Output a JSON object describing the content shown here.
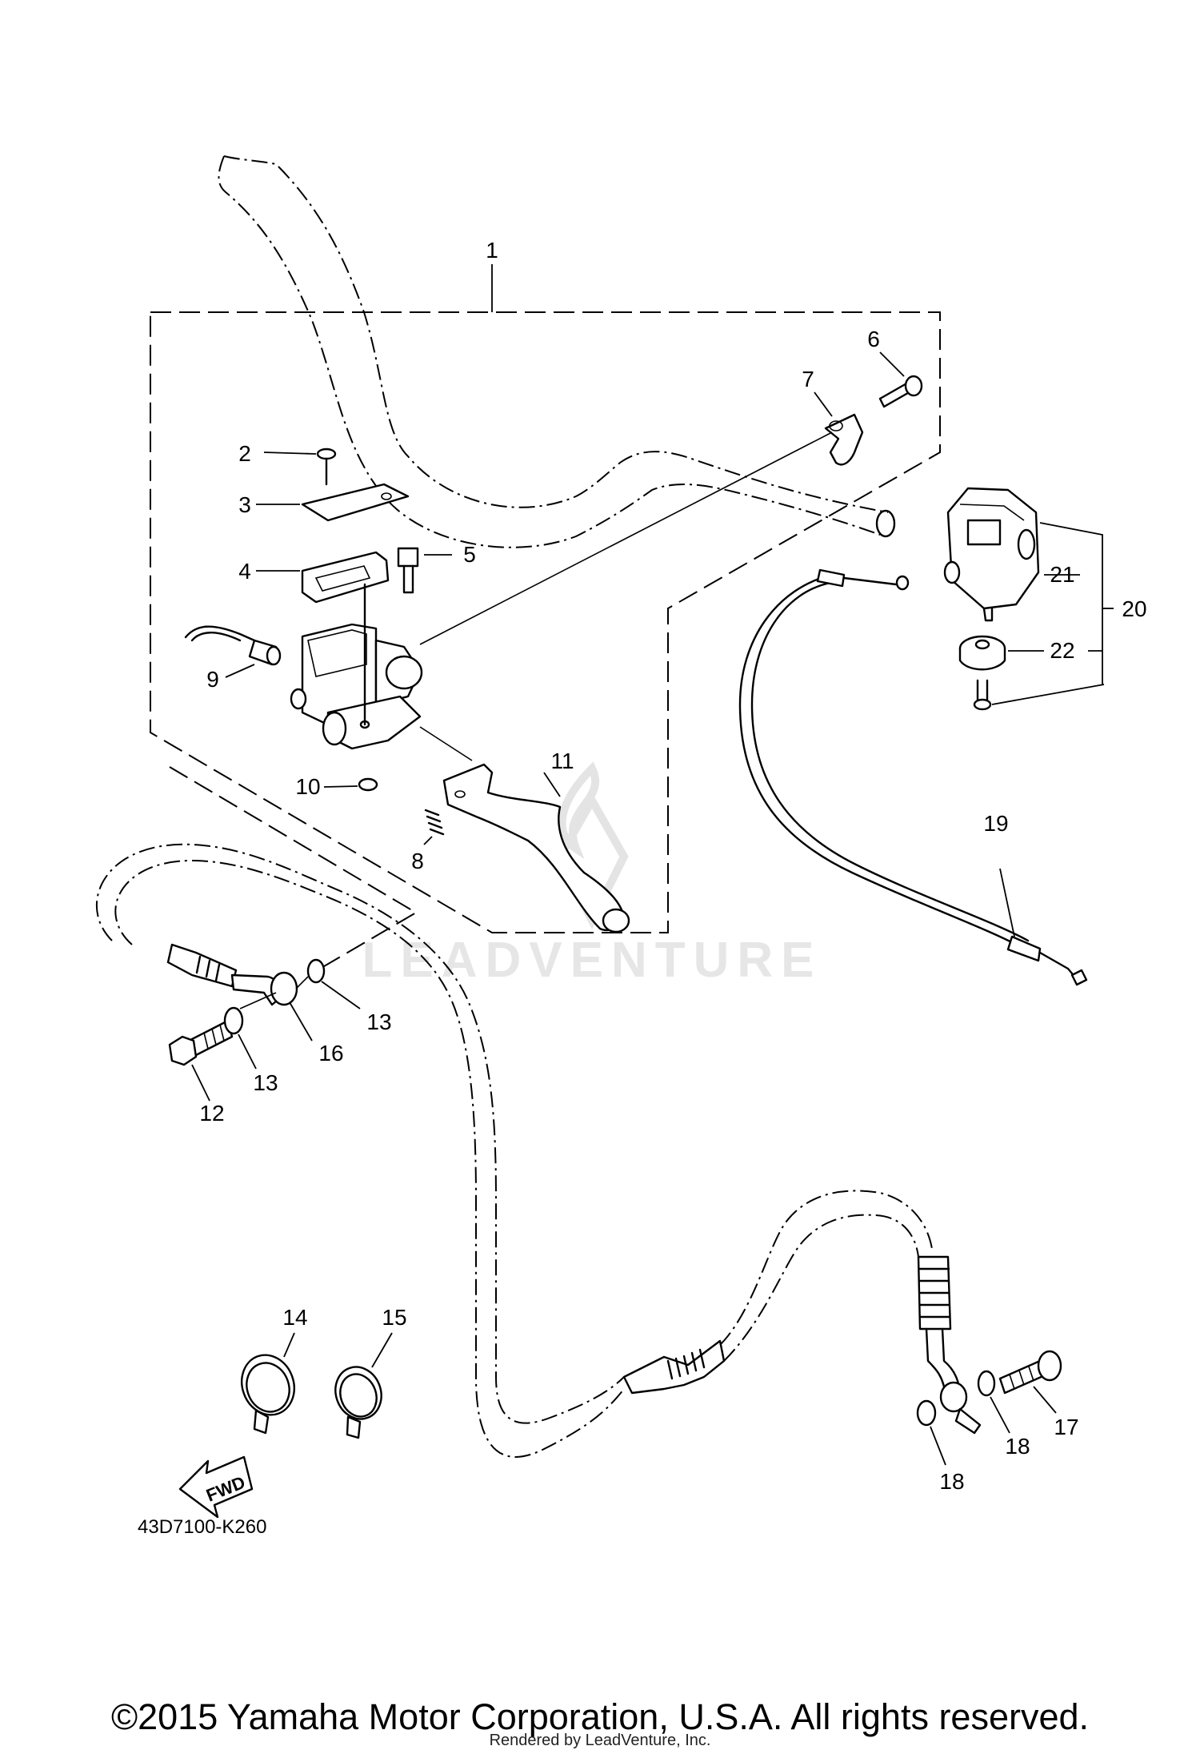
{
  "callouts": {
    "c1": "1",
    "c2": "2",
    "c3": "3",
    "c4": "4",
    "c5": "5",
    "c6": "6",
    "c7": "7",
    "c8": "8",
    "c9": "9",
    "c10": "10",
    "c11": "11",
    "c12": "12",
    "c13a": "13",
    "c13b": "13",
    "c14": "14",
    "c15": "15",
    "c16": "16",
    "c17": "17",
    "c18a": "18",
    "c18b": "18",
    "c19": "19",
    "c20": "20",
    "c21": "21",
    "c22": "22"
  },
  "fwd_label": "FWD",
  "diagram_code": "43D7100-K260",
  "watermark": "LEADVENTURE",
  "copyright": "©2015 Yamaha Motor Corporation, U.S.A. All rights reserved.",
  "rendered_by": "Rendered by LeadVenture, Inc.",
  "colors": {
    "line": "#000000",
    "background": "#ffffff",
    "watermark": "#e6e6e6"
  },
  "icons": {
    "fwd_arrow": "fwd-arrow-icon",
    "watermark_logo": "flame-logo-icon"
  }
}
